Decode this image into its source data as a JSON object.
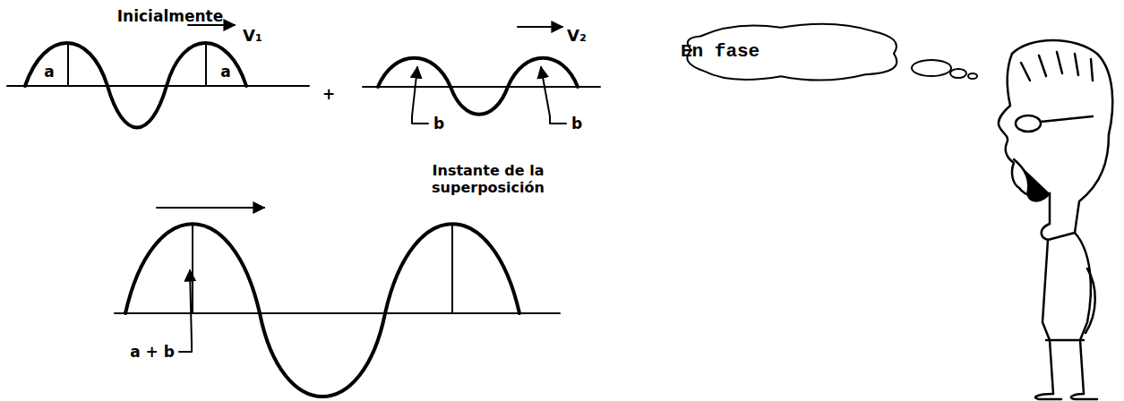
{
  "diagram": {
    "nodes": [
      {
        "text": [
          "En fase"
        ]
      }
    ],
    "labels": [
      "Inicialmente",
      "V₁",
      "a",
      "a",
      "+",
      "V₂",
      "b",
      "b",
      "Instante de la superposición",
      "a + b"
    ]
  }
}
